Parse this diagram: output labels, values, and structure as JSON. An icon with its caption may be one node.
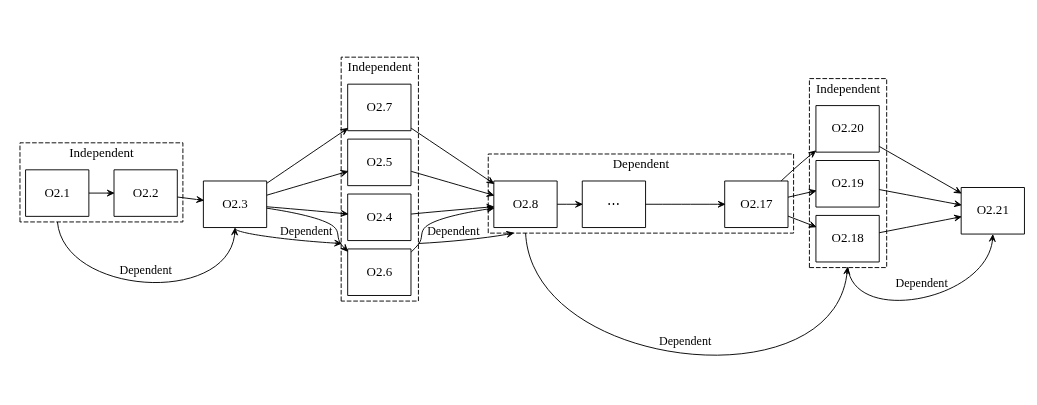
{
  "diagram": {
    "nodes": [
      {
        "text": [
          "Independent"
        ]
      },
      {
        "text": [
          "O2.1"
        ],
        "in": 0
      },
      {
        "text": [
          "O2.2"
        ],
        "in": 0
      },
      {
        "text": [
          "O2.3"
        ]
      },
      {
        "text": [
          "Independent"
        ]
      },
      {
        "text": [
          "O2.4"
        ],
        "in": 4
      },
      {
        "text": [
          "O2.5"
        ],
        "in": 4
      },
      {
        "text": [
          "O2.6"
        ],
        "in": 4
      },
      {
        "text": [
          "O2.7"
        ],
        "in": 4
      },
      {
        "text": [
          "Dependent"
        ]
      },
      {
        "text": [
          "O2.8"
        ],
        "in": 9
      },
      {
        "text": [
          "⋯"
        ],
        "in": 9
      },
      {
        "text": [
          "O2.17"
        ],
        "in": 9
      },
      {
        "text": [
          "Independent"
        ]
      },
      {
        "text": [
          "O2.18"
        ],
        "in": 13
      },
      {
        "text": [
          "O2.19"
        ],
        "in": 13
      },
      {
        "text": [
          "O2.20"
        ],
        "in": 13
      },
      {
        "text": [
          "O2.21"
        ]
      }
    ],
    "edges": [
      {
        "from": 1,
        "to": 2,
        "arrow": "to"
      },
      {
        "from": 2,
        "to": 3,
        "arrow": "to"
      },
      {
        "from": 3,
        "to": 5,
        "arrow": "to"
      },
      {
        "from": 3,
        "to": 6,
        "arrow": "to"
      },
      {
        "from": 3,
        "to": 7,
        "arrow": "to"
      },
      {
        "from": 3,
        "to": 8,
        "arrow": "to"
      },
      {
        "from": 5,
        "to": 10,
        "arrow": "to"
      },
      {
        "from": 6,
        "to": 10,
        "arrow": "to"
      },
      {
        "from": 7,
        "to": 10,
        "arrow": "to"
      },
      {
        "from": 8,
        "to": 10,
        "arrow": "to"
      },
      {
        "from": 10,
        "to": 11,
        "arrow": "to"
      },
      {
        "from": 11,
        "to": 12,
        "arrow": "to"
      },
      {
        "from": 12,
        "to": 14,
        "arrow": "to"
      },
      {
        "from": 12,
        "to": 15,
        "arrow": "to"
      },
      {
        "from": 12,
        "to": 16,
        "arrow": "to"
      },
      {
        "from": 14,
        "to": 17,
        "arrow": "to"
      },
      {
        "from": 15,
        "to": 17,
        "arrow": "to"
      },
      {
        "from": 16,
        "to": 17,
        "arrow": "to"
      },
      {
        "from": 0,
        "to": 3,
        "arrow": "to",
        "label": "Dependent"
      },
      {
        "from": 3,
        "to": 4,
        "arrow": "to",
        "label": "Dependent"
      },
      {
        "from": 4,
        "to": 9,
        "arrow": "to",
        "label": "Dependent"
      },
      {
        "from": 9,
        "to": 13,
        "arrow": "to",
        "label": "Dependent"
      },
      {
        "from": 13,
        "to": 17,
        "arrow": "to",
        "label": "Dependent"
      }
    ]
  }
}
